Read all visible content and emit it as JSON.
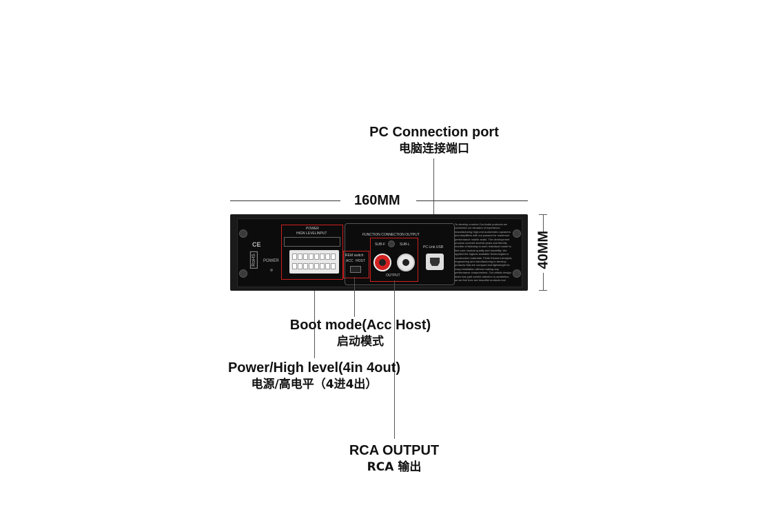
{
  "callouts": {
    "pc_port": {
      "en": "PC Connection port",
      "cn": "电脑连接端口"
    },
    "boot_mode": {
      "en": "Boot mode(Acc  Host)",
      "cn": "启动模式"
    },
    "power_high": {
      "en": "Power/High level(4in  4out)",
      "cn": "电源/高电平（4进4出）"
    },
    "rca_output": {
      "en": "RCA  OUTPUT",
      "cn": "RCA 输出"
    }
  },
  "dimensions": {
    "width": "160MM",
    "height": "40MM"
  },
  "panel": {
    "ce": "CE",
    "rohs": "RoHS",
    "power": "POWER",
    "power_box_title": "POWER",
    "high_level_input": "HIGN LEVELINPUT",
    "rem_switch": "REM switch",
    "acc": "ACC",
    "host": "HOST",
    "function_output": "FUNCTION CONNECTION OUTPUT",
    "sub_f": "SUB-F",
    "sub_l": "SUB-L",
    "output": "OUTPUT",
    "pc_link_usb": "PC Link USB",
    "description": "To develop a series Car Audio products we combined our decades of experience manufacturing high-end audio/video speakers and amplifiers with our passion for maximum performance mobile audio. The development process covered several years and literally months of listening to each individual model to fine tune musical quality and durability. We applied the highest available technologies in construction materials. Finite Element Analysis engineering and manufacturing to develop products that are compact and lightweight for easy installation without making any performance compromises. Our artistic design team has paid careful attention to aesthetics, as we feel they are beautiful products too!"
  },
  "colors": {
    "highlight": "#d02020",
    "device": "#1a1a1a"
  }
}
